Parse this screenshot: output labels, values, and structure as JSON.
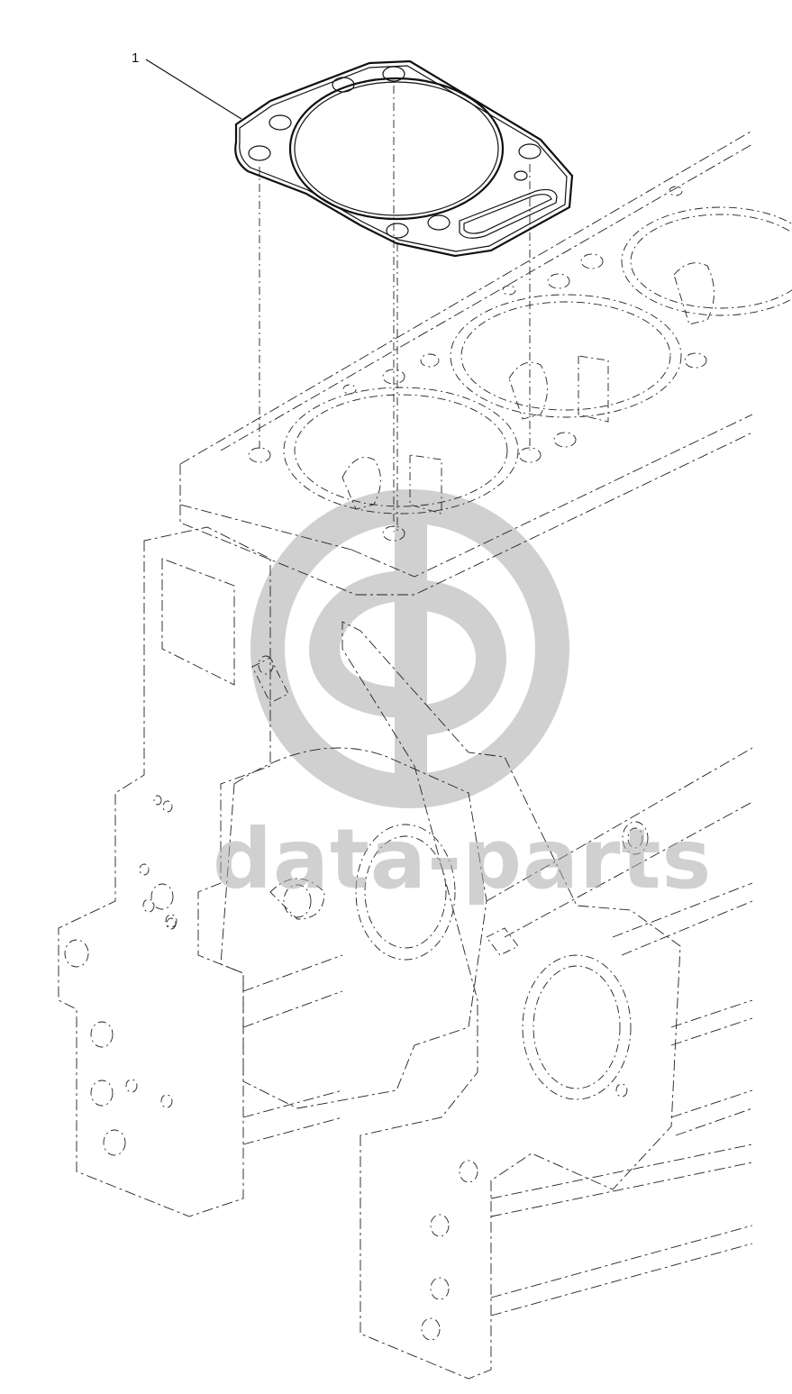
{
  "diagram": {
    "callouts": [
      {
        "label": "1"
      }
    ],
    "watermark": {
      "text": "data-parts",
      "logo": "dp-circle-logo"
    },
    "colors": {
      "line": "#111111",
      "watermark": "#aaaaaa",
      "background": "#ffffff"
    }
  }
}
